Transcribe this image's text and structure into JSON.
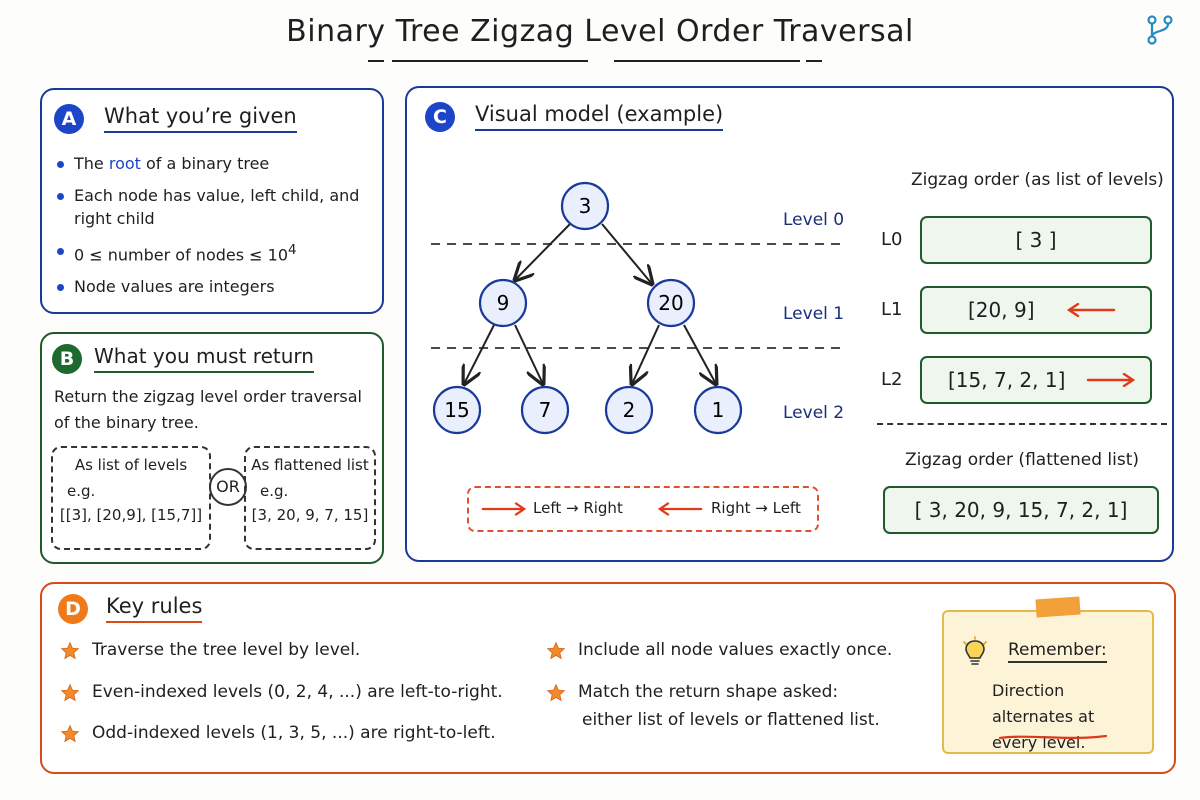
{
  "title": "Binary Tree Zigzag Level Order Traversal",
  "colors": {
    "blue": "#1a3a9a",
    "green": "#1e5a2a",
    "orange": "#d84a1a",
    "red_arrow": "#e03a1a",
    "note": "#fdf3d6"
  },
  "icons": {
    "corner": "branch-icon",
    "bulb": "lightbulb-icon",
    "star": "star-icon"
  },
  "panel_a": {
    "badge": "A",
    "title": "What you’re given",
    "b1_pre": "The ",
    "b1_root": "root",
    "b1_post": " of a binary tree",
    "b2": "Each node has value, left child, and right child",
    "b3_pre": "0 ≤ number of nodes ≤ 10",
    "b3_sup": "4",
    "b4": "Node values are integers"
  },
  "panel_b": {
    "badge": "B",
    "title": "What you must return",
    "desc": "Return the zigzag level order traversal of the binary tree.",
    "opt1_head": "As list of levels",
    "opt1_eg": "e.g.",
    "opt1_example": "[[3], [20,9], [15,7]]",
    "or": "OR",
    "opt2_head": "As flattened list",
    "opt2_eg": "e.g.",
    "opt2_example": "[3, 20, 9, 7, 15]"
  },
  "panel_c": {
    "badge": "C",
    "title": "Visual model (example)",
    "nodes": [
      "3",
      "9",
      "20",
      "15",
      "7",
      "2",
      "1"
    ],
    "levels": [
      "Level 0",
      "Level 1",
      "Level 2"
    ],
    "zigzag_levels_head": "Zigzag order (as list of levels)",
    "level_rows": [
      {
        "tag": "L0",
        "value": "[ 3 ]",
        "direction": "none"
      },
      {
        "tag": "L1",
        "value": "[20, 9]",
        "direction": "right-to-left"
      },
      {
        "tag": "L2",
        "value": "[15, 7, 2, 1]",
        "direction": "left-to-right"
      }
    ],
    "flat_head": "Zigzag order (flattened list)",
    "flat_value": "[ 3, 20, 9, 15, 7, 2, 1]",
    "legend_ltr": "Left → Right",
    "legend_rtl": "Right → Left"
  },
  "panel_d": {
    "badge": "D",
    "title": "Key rules",
    "rule1": "Traverse the tree level by level.",
    "rule2": "Even-indexed levels (0, 2, 4, ...) are left-to-right.",
    "rule3": "Odd-indexed levels (1, 3, 5, ...) are right-to-left.",
    "rule4": "Include all node values exactly once.",
    "rule5_line1": "Match the return shape asked:",
    "rule5_line2": "either list of levels or flattened list.",
    "note_title": "Remember:",
    "note_body": "Direction alternates at every level."
  }
}
